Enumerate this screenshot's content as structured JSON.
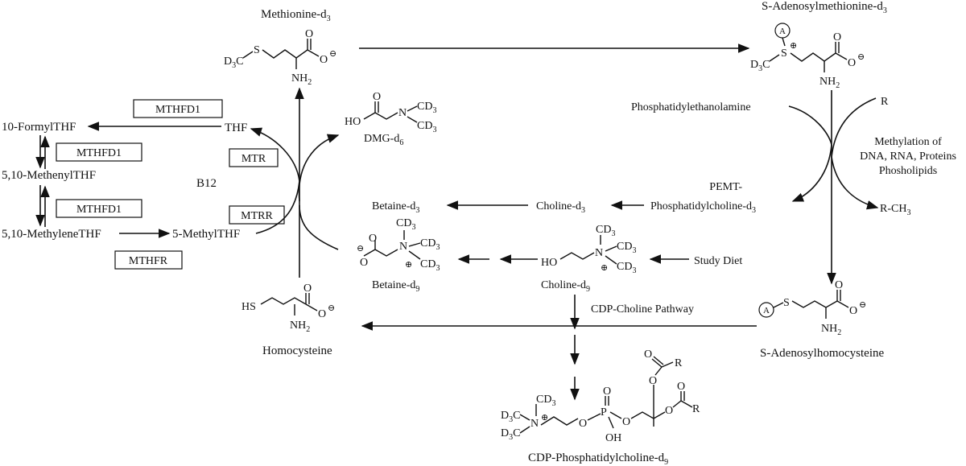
{
  "compounds": {
    "methionine": "Methionine-d",
    "methionine_sub": "3",
    "sam": "S-Adenosylmethionine-d",
    "sam_sub": "3",
    "dmg": "DMG-d",
    "dmg_sub": "6",
    "homocysteine": "Homocysteine",
    "betaine_d9": "Betaine-d",
    "betaine_d9_sub": "9",
    "choline_d9": "Choline-d",
    "choline_d9_sub": "9",
    "betaine_d3": "Betaine-d",
    "betaine_d3_sub": "3",
    "choline_d3": "Choline-d",
    "choline_d3_sub": "3",
    "sah": "S-Adenosylhomocysteine",
    "cdp_pc": "CDP-Phosphatidylcholine-d",
    "cdp_pc_sub": "9",
    "pe": "Phosphatidylethanolamine",
    "pemt": "PEMT-",
    "pc_d3": "Phosphatidylcholine-d",
    "pc_d3_sub": "3",
    "r": "R",
    "r_ch3": "R-CH",
    "r_ch3_sub": "3",
    "study_diet": "Study Diet",
    "cdp_choline_pathway": "CDP-Choline Pathway",
    "methylation_lines": [
      "Methylation of",
      "DNA, RNA, Proteins",
      "Phosholipids"
    ],
    "folate": {
      "formyl": "10-FormylTHF",
      "methenyl": "5,10-MethenylTHF",
      "methylene": "5,10-MethyleneTHF",
      "methyl": "5-MethylTHF",
      "thf": "THF",
      "b12": "B12"
    }
  },
  "enzymes": {
    "mthfd1_a": "MTHFD1",
    "mthfd1_b": "MTHFD1",
    "mthfd1_c": "MTHFD1",
    "mthfr": "MTHFR",
    "mtr": "MTR",
    "mtrr": "MTRR"
  },
  "atoms": {
    "S": "S",
    "O": "O",
    "N": "N",
    "P": "P",
    "R": "R",
    "HO": "HO",
    "HS": "HS",
    "OH": "OH",
    "A": "A",
    "NH": "NH",
    "NH_sub": "2",
    "CD": "CD",
    "CD_sub": "3",
    "D": "D",
    "D_sub": "3",
    "C": "C",
    "plus": "⊕",
    "minus": "⊖"
  }
}
